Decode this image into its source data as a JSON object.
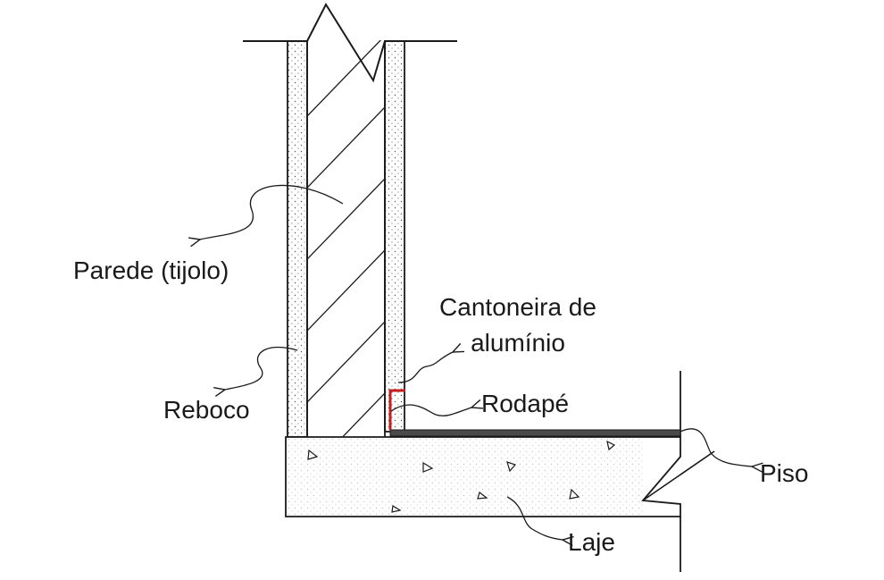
{
  "labels": {
    "parede": "Parede (tijolo)",
    "reboco": "Reboco",
    "cantoneira_line1": "Cantoneira de",
    "cantoneira_line2": "alumínio",
    "rodape": "Rodapé",
    "piso": "Piso",
    "laje": "Laje"
  },
  "colors": {
    "line": "#1a1a1a",
    "cantoneira": "#c41e1e",
    "piso": "#4a4a4a",
    "background": "#ffffff"
  }
}
